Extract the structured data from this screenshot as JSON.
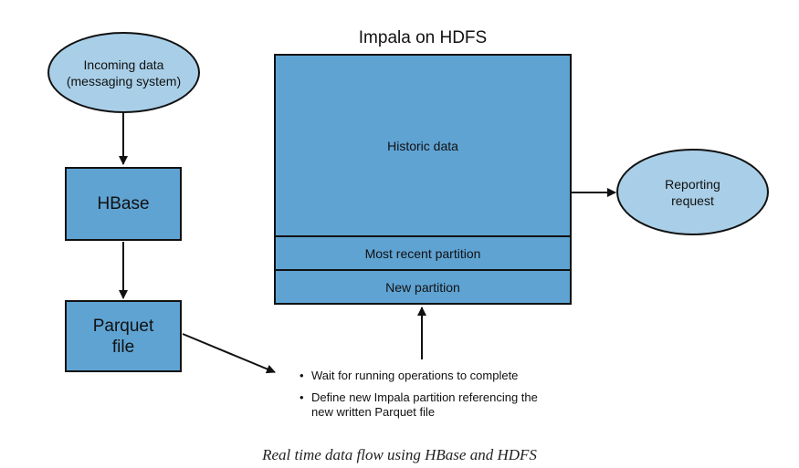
{
  "diagram": {
    "incoming_data": "Incoming data\n(messaging system)",
    "hbase": "HBase",
    "parquet_file": "Parquet\nfile",
    "impala_title": "Impala on HDFS",
    "historic_data": "Historic data",
    "most_recent_partition": "Most recent partition",
    "new_partition": "New partition",
    "reporting_request": "Reporting\nrequest",
    "steps": [
      "Wait for running operations to complete",
      "Define new Impala partition referencing the\nnew written Parquet file"
    ],
    "bullet": "•",
    "caption": "Real time data flow using HBase and HDFS"
  },
  "colors": {
    "ellipse_fill": "#a9cfe8",
    "box_fill": "#5fa3d3",
    "stroke": "#111111"
  }
}
